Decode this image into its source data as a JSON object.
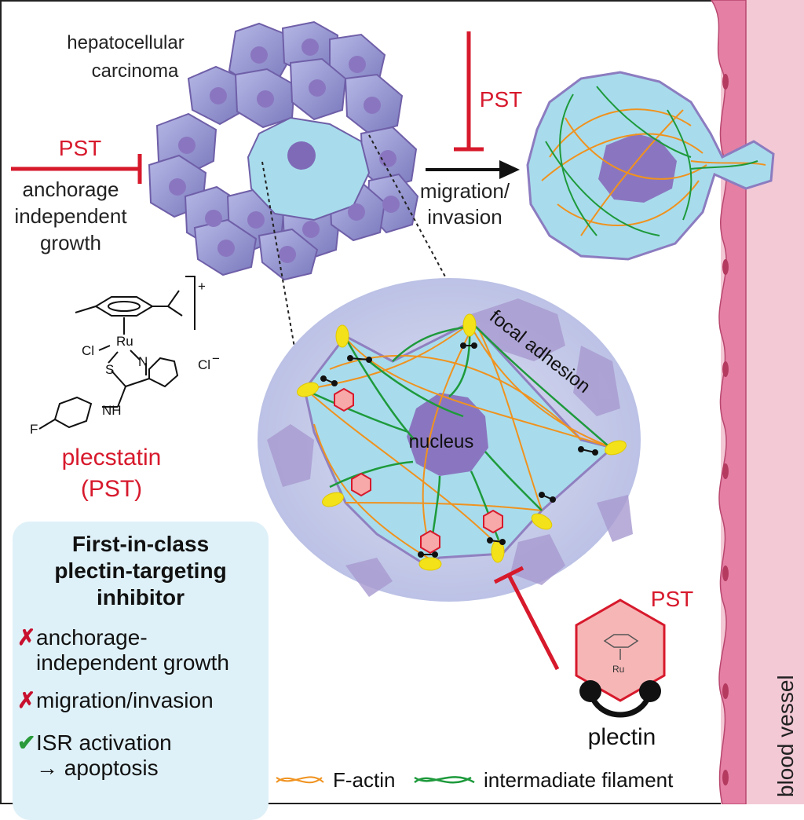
{
  "labels": {
    "hcc_line1": "hepatocellular",
    "hcc_line2": "carcinoma",
    "pst_left": "PST",
    "anchorage_line1": "anchorage",
    "anchorage_line2": "independent",
    "anchorage_line3": "growth",
    "pst_top": "PST",
    "migration_line1": "migration/",
    "migration_line2": "invasion",
    "focal_adhesion": "focal adhesion",
    "nucleus": "nucleus",
    "pst_bottom": "PST",
    "plectin": "plectin",
    "blood_vessel": "blood vessel"
  },
  "compound": {
    "name": "plecstatin",
    "abbrev": "(PST)",
    "atoms": {
      "ru": "Ru",
      "cl1": "Cl",
      "s": "S",
      "n": "N",
      "nh": "NH",
      "f": "F",
      "cl_ion": "Cl",
      "charge": "+",
      "minus": "−"
    }
  },
  "summary_box": {
    "title_line1": "First-in-class",
    "title_line2": "plectin-targeting",
    "title_line3": "inhibitor",
    "items": [
      {
        "mark": "✗",
        "line1": "anchorage-",
        "line2": "independent growth"
      },
      {
        "mark": "✗",
        "line1": "migration/invasion",
        "line2": ""
      },
      {
        "mark": "✔",
        "line1": "ISR activation",
        "line2": "→ apoptosis"
      }
    ]
  },
  "legend": {
    "factin": "F-actin",
    "intermediate": "intermadiate filament"
  },
  "colors": {
    "pst_red": "#d7192c",
    "cell_purple": "#8c88c8",
    "cell_cyan": "#a8dcec",
    "nucleus_purple": "#8a76c0",
    "actin_orange": "#f0921e",
    "filament_green": "#1e9a3c",
    "focal_yellow": "#f3e21a",
    "vessel_pink": "#f2c6d4"
  }
}
